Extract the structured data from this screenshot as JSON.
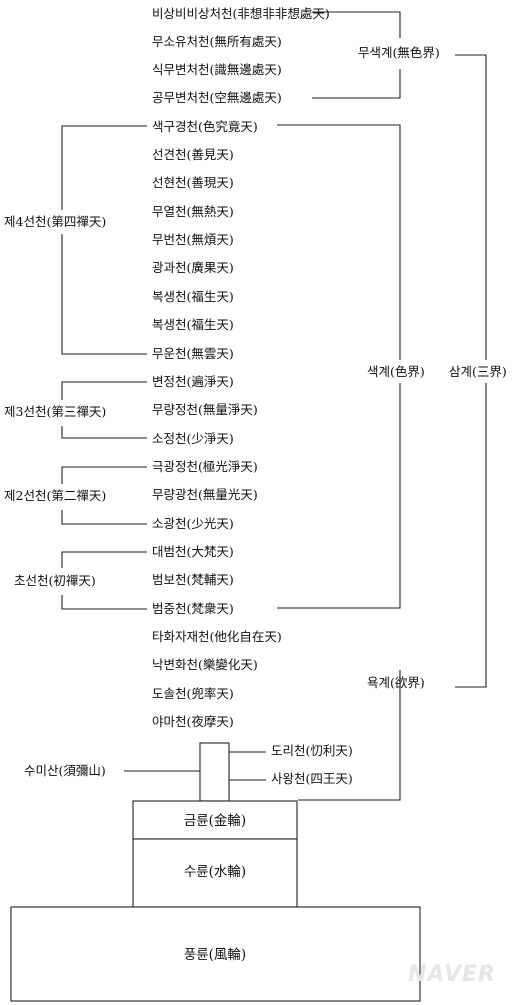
{
  "heavens": [
    "비상비비상처천(非想非非想處天)",
    "무소유처천(無所有處天)",
    "식무변처천(識無邊處天)",
    "공무변처천(空無邊處天)",
    "색구경천(色究竟天)",
    "선견천(善見天)",
    "선현천(善現天)",
    "무열천(無熱天)",
    "무번천(無煩天)",
    "광과천(廣果天)",
    "복생천(福生天)",
    "복생천(福生天)",
    "무운천(無雲天)",
    "변정천(遍淨天)",
    "무량정천(無量淨天)",
    "소정천(少淨天)",
    "극광정천(極光淨天)",
    "무량광천(無量光天)",
    "소광천(少光天)",
    "대범천(大梵天)",
    "범보천(梵輔天)",
    "범중천(梵衆天)",
    "타화자재천(他化自在天)",
    "낙변화천(樂變化天)",
    "도솔천(兜率天)",
    "야마천(夜摩天)"
  ],
  "mountain_heavens": [
    "도리천(忉利天)",
    "사왕천(四王天)"
  ],
  "mountain": "수미산(須彌山)",
  "dhyana": {
    "fourth": "제4선천(第四禪天)",
    "third": "제3선천(第三禪天)",
    "second": "제2선천(第二禪天)",
    "first": "초선천(初禪天)"
  },
  "realms": {
    "formless": "무색계(無色界)",
    "form": "색계(色界)",
    "desire": "욕계(欲界)",
    "three": "삼계(三界)"
  },
  "wheels": {
    "gold": "금륜(金輪)",
    "water": "수륜(水輪)",
    "wind": "풍륜(風輪)"
  },
  "watermark": "NAVER"
}
